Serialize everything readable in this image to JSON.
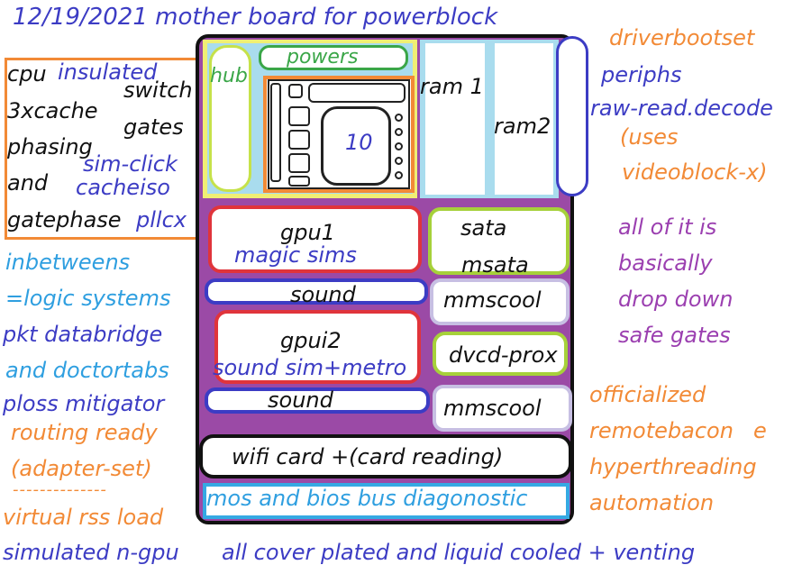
{
  "title": "12/19/2021 mother board for powerblock",
  "cpu_box": {
    "cpu": "cpu",
    "insulated": "insulated",
    "switch": "switch",
    "cache": "3xcache",
    "gates": "gates",
    "phasing": "phasing",
    "simclick": "sim-click",
    "and": "and",
    "cacheiso": "cacheiso",
    "gatephase": "gatephase",
    "pllcx": "pllcx"
  },
  "left_notes": {
    "inbetweens": "inbetweens",
    "logic": "=logic systems",
    "pkt": "pkt databridge",
    "doctortabs": "and doctortabs",
    "ploss": "ploss mitigator",
    "routing": "routing ready",
    "adapter": "(adapter-set)",
    "dashes": "--------------",
    "rss": "virtual rss load",
    "ngpu": "simulated n-gpu"
  },
  "board": {
    "hub": "hub",
    "powers": "powers",
    "chip_label": "10",
    "ram1": "ram 1",
    "ram2": "ram2",
    "gpu1": "gpu1",
    "magic": "magic sims",
    "sata": "sata",
    "msata": "msata",
    "sound_top": "sound",
    "mmscool_top": "mmscool",
    "gpui2": "gpui2",
    "sound_sim": "sound sim+metro",
    "dvcd": "dvcd-prox",
    "sound_bottom": "sound",
    "mmscool_bottom": "mmscool",
    "wifi": "wifi card +(card reading)",
    "bios": "mos and bios bus diagonostic"
  },
  "right_notes": {
    "driverbootset": "driverbootset",
    "periphs": "periphs",
    "rawread": "raw-read.decode",
    "uses": "(uses",
    "videoblock": "videoblock-x)",
    "allofit": "all of it is",
    "basically": "basically",
    "dropdown": "drop down",
    "safegates": "safe gates",
    "officialized": "officialized",
    "remotebacon": "remotebacon",
    "remote_e": "e",
    "hyperthreading": "hyperthreading",
    "automation": "automation"
  },
  "footer": "all cover plated and liquid cooled + venting",
  "colors": {
    "board_fill": "#9b4aa6",
    "board_border": "#111111",
    "hub_fill": "#f0ef74",
    "hub_inner_fill": "#a9dcee",
    "ram_fill": "#a9dcee",
    "gpu_border": "#e0343b",
    "slot_border": "#a6d13a",
    "sound_border": "#3c3cc4",
    "mmscool_border": "#c7bfe3",
    "chip_border": "#f28a36",
    "bios_border": "#35a9e3",
    "text_blue": "#3c3cc4",
    "text_cyan": "#2f9fe0",
    "text_orange": "#f28a36",
    "text_purple": "#9b3fb0"
  }
}
